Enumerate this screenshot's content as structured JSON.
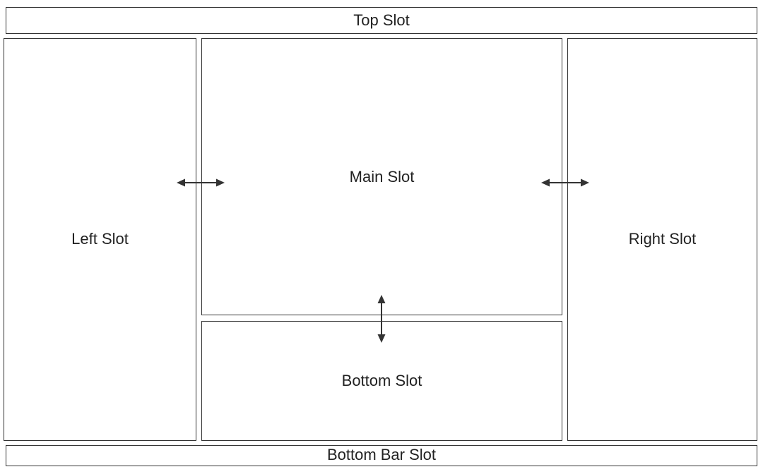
{
  "slots": {
    "top": "Top Slot",
    "left": "Left Slot",
    "main": "Main Slot",
    "bottom": "Bottom Slot",
    "right": "Right Slot",
    "bottom_bar": "Bottom Bar Slot"
  },
  "icons": {
    "left_resize": "horizontal-double-arrow",
    "right_resize": "horizontal-double-arrow",
    "bottom_resize": "vertical-double-arrow"
  },
  "colors": {
    "border": "#333333",
    "text": "#222222",
    "background": "#ffffff"
  }
}
